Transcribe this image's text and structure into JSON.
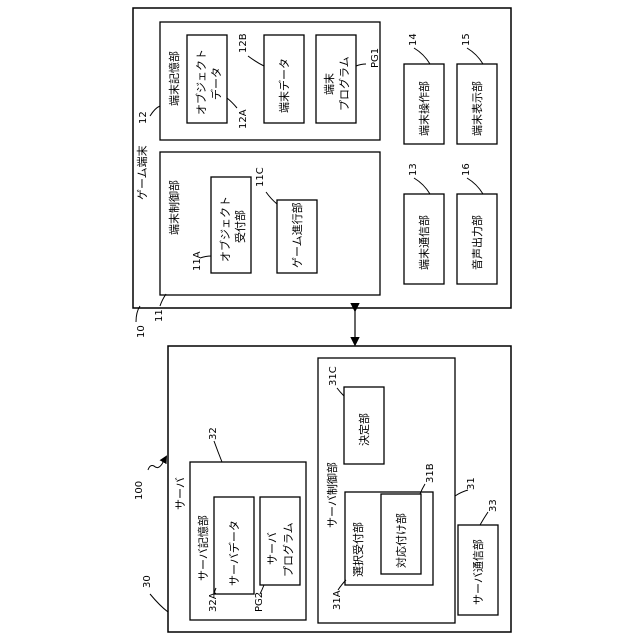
{
  "game_terminal": {
    "title": "ゲーム端末",
    "ref": "10",
    "storage": {
      "title": "端末記憶部",
      "ref": "12",
      "object_data": {
        "label_1": "オブジェクト",
        "label_2": "データ",
        "ref": "12A"
      },
      "terminal_data": {
        "label": "端末データ",
        "ref": "12B"
      },
      "terminal_program": {
        "label_1": "端末",
        "label_2": "プログラム",
        "ref": "PG1"
      }
    },
    "control": {
      "title": "端末制御部",
      "ref": "11",
      "object_reception": {
        "label_1": "オブジェクト",
        "label_2": "受付部",
        "ref": "11A"
      },
      "game_progress": {
        "label": "ゲーム進行部",
        "ref": "11C"
      }
    },
    "operation": {
      "label": "端末操作部",
      "ref": "14"
    },
    "display": {
      "label": "端末表示部",
      "ref": "15"
    },
    "communication": {
      "label": "端末通信部",
      "ref": "13"
    },
    "audio": {
      "label": "音声出力部",
      "ref": "16"
    }
  },
  "server": {
    "title": "サーバ",
    "ref": "30",
    "system_ref": "100",
    "control": {
      "title": "サーバ制御部",
      "ref": "31",
      "decision": {
        "label": "決定部",
        "ref": "31C"
      },
      "selection": {
        "label": "選択受付部",
        "ref": "31A"
      },
      "association": {
        "label": "対応付け部",
        "ref": "31B"
      }
    },
    "storage": {
      "title": "サーバ記憶部",
      "ref": "32",
      "server_data": {
        "label": "サーバデータ",
        "ref": "32A"
      },
      "server_program": {
        "label_1": "サーバ",
        "label_2": "プログラム",
        "ref": "PG2"
      }
    },
    "communication": {
      "label": "サーバ通信部",
      "ref": "33"
    }
  }
}
